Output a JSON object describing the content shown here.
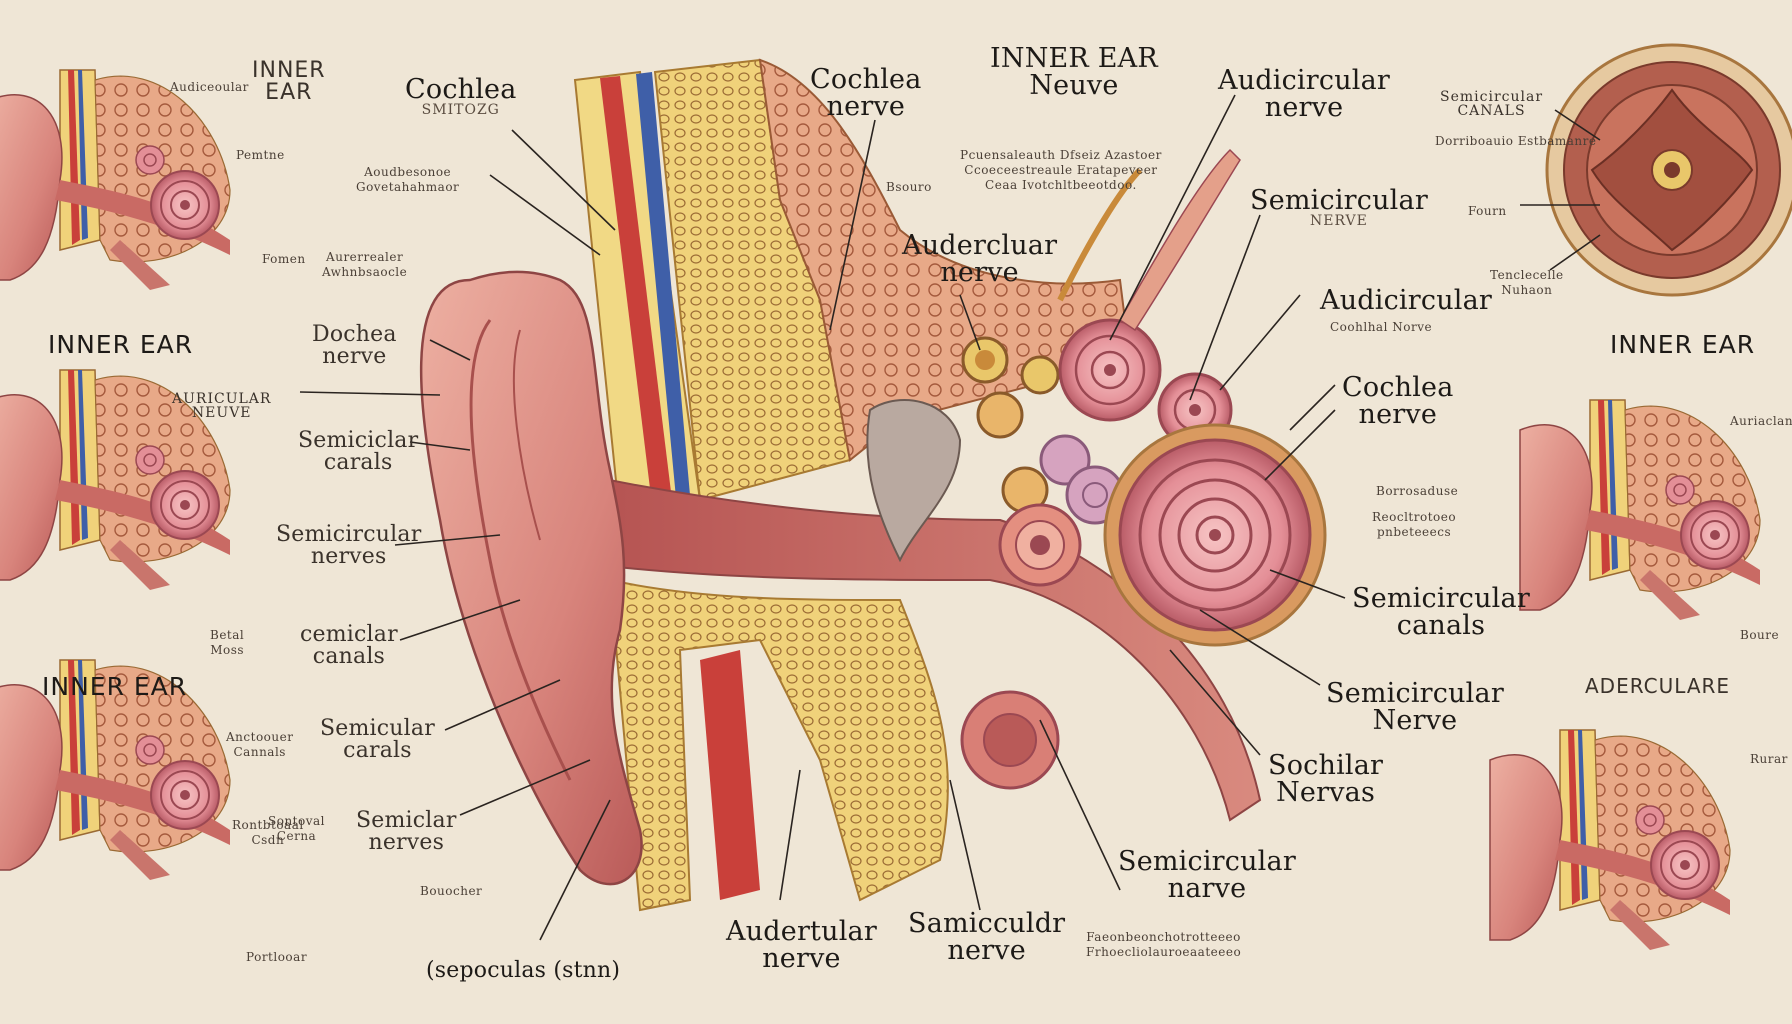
{
  "labels": {
    "cochlea_1": "Cochlea",
    "cochlea_1_sub": "SMITOZG",
    "cochlea_nerve_top": [
      "Cochlea",
      "nerve"
    ],
    "inner_ear_nerve_top": [
      "INNER EAR",
      "Neuve"
    ],
    "audicircular_top": [
      "Audicircular",
      "nerve"
    ],
    "semicircular_right_top": "Semicircular",
    "semicircular_right_top_sub": "NERVE",
    "audicircular_mid": "Audicircular",
    "cochlea_nerve_right": [
      "Cochlea",
      "nerve"
    ],
    "semicircular_canals_right": [
      "Semicircular",
      "canals"
    ],
    "semicircular_nerve_right": [
      "Semicircular",
      "Nerve"
    ],
    "sochilar_nervas": [
      "Sochilar",
      "Nervas"
    ],
    "semicircular_narve_bottom": [
      "Semicircular",
      "narve"
    ],
    "samicculAr_nerve": [
      "Samicculdr",
      "nerve"
    ],
    "auderular_nerve_bottom": [
      "Audertular",
      "nerve"
    ],
    "sepoculas": "(sepoculas (stnn)",
    "audercluar_center": [
      "Audercluar",
      "nerve"
    ],
    "dochea_nerve": [
      "Dochea",
      "nerve"
    ],
    "semicclar_canals": [
      "Semiciclar",
      "carals"
    ],
    "semicircular_nerves_left": [
      "Semicircular",
      "nerves"
    ],
    "cemiclar_canals": [
      "cemiclar",
      "canals"
    ],
    "semicular_canals": [
      "Semicular",
      "carals"
    ],
    "semiclar_nerves": [
      "Semiclar",
      "nerves"
    ],
    "inner_ear_tl": [
      "INNER",
      "EAR"
    ],
    "inner_ear_left_1": "INNER EAR",
    "inner_ear_left_2": "INNER EAR",
    "inner_ear_right": "INNER EAR",
    "adercular_right": "ADERCULARE",
    "aurticular_neuve": [
      "AURICULAR",
      "NEUVE"
    ],
    "canals_tr": [
      "Semicircular",
      "CANALS"
    ]
  },
  "small_text": {
    "t1": "Audiceoular",
    "t2": [
      "Aoudbesonoe",
      "Govetahahmaor"
    ],
    "t3": [
      "Aurerrealer",
      "Awhnbsaocle"
    ],
    "t4": "Fomen",
    "t5": [
      "Pcuensaleauth Dfseiz Azastoer",
      "Ccoeceestreaule Eratapeveer",
      "Ceaa Ivotchltbeeotdoo."
    ],
    "t6": "Bsouro",
    "t7": "Coohlhal Norve",
    "t8": "Dorriboauio Estbamanre",
    "t9": "Fourn",
    "t10": [
      "Tenclecelle",
      "Nuhaon"
    ],
    "t11": "Borrosaduse",
    "t12": [
      "Reocltrotoeo",
      "pnbeteeecs"
    ],
    "t13": [
      "Faeonbeonchotrotteeeo",
      "Frhoecliolauroeaateeeo"
    ],
    "t14": "Bouocher",
    "t15": "Portlooar",
    "t16": "Auriaclaner",
    "t17": [
      "Anctoouer",
      "Cannals"
    ],
    "t18": [
      "Betal",
      "Moss"
    ],
    "t19": [
      "Rontbtoaal",
      "Csdn"
    ],
    "t20": [
      "Sontoval",
      "Cerna"
    ],
    "t21": "Pemtne",
    "t22": "Rurar",
    "t23": "Boure"
  },
  "colors": {
    "background": "#efe6d6",
    "skin": "#d98b84",
    "skin_dark": "#b45a57",
    "bone": "#e9c76a",
    "bone_light": "#f3dc8c",
    "tissue": "#e9a98a",
    "vein": "#3f5fa8",
    "artery": "#c9403a",
    "spiral": "#e48f97",
    "ink": "#1d1a17"
  }
}
